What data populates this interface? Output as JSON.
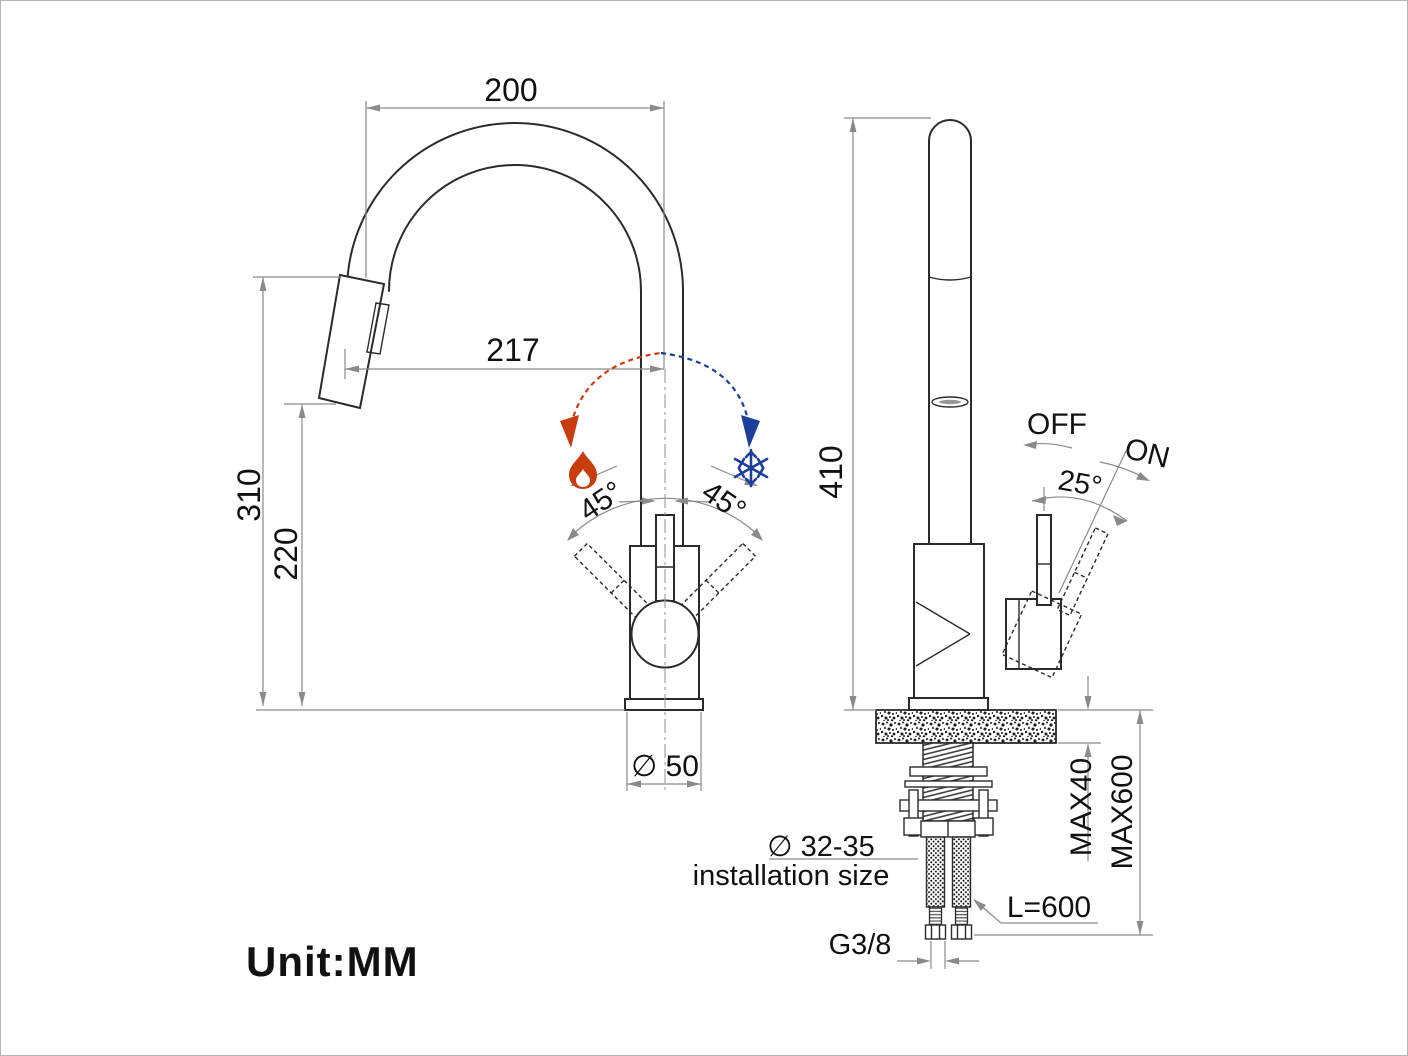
{
  "unit_label": "Unit:MM",
  "front_view": {
    "dim_spout_width": "200",
    "dim_spray_reach": "217",
    "dim_height_spout_top": "310",
    "dim_height_spray_head": "220",
    "dim_base_diameter": "∅ 50",
    "angle_left": "45°",
    "angle_right": "45°"
  },
  "side_view": {
    "dim_total_height": "410",
    "label_off": "OFF",
    "label_on": "ON",
    "angle_handle": "25°",
    "dim_max_counter": "MAX40",
    "dim_max_depth": "MAX600",
    "label_hose_length": "L=600",
    "label_thread": "G3/8",
    "label_install_dia": "∅ 32-35",
    "label_install": "installation size"
  },
  "icons": {
    "hot": "flame-icon",
    "cold": "snowflake-icon"
  },
  "colors": {
    "hot": "#c93c10",
    "cold": "#1d3f99",
    "line": "#2b2b2b",
    "dimension": "#8a8a8a"
  }
}
